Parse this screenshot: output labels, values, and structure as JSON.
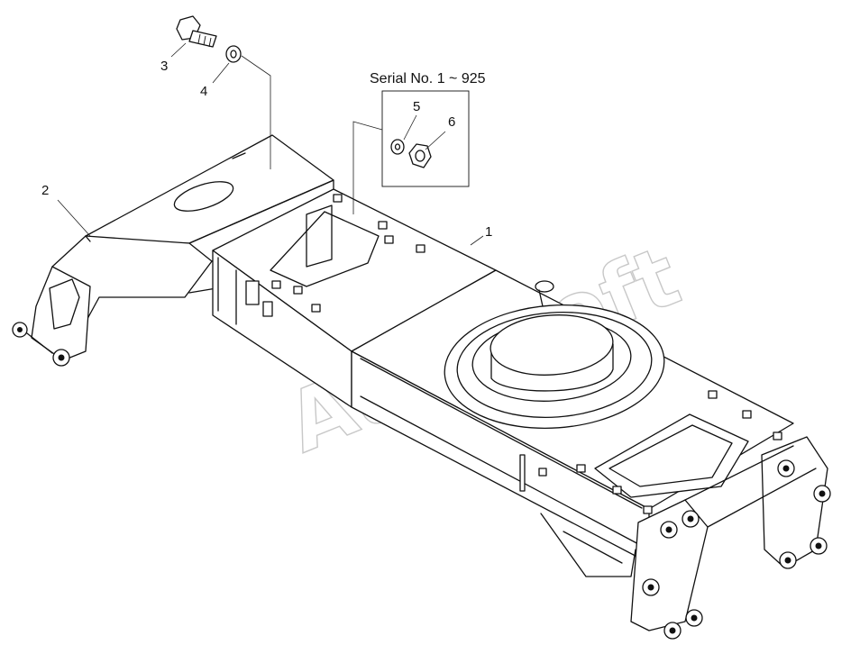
{
  "callouts": {
    "c1": "1",
    "c2": "2",
    "c3": "3",
    "c4": "4",
    "c5": "5",
    "c6": "6"
  },
  "serial_note": "Serial No. 1 ~ 925",
  "watermark": "AutoSoft"
}
